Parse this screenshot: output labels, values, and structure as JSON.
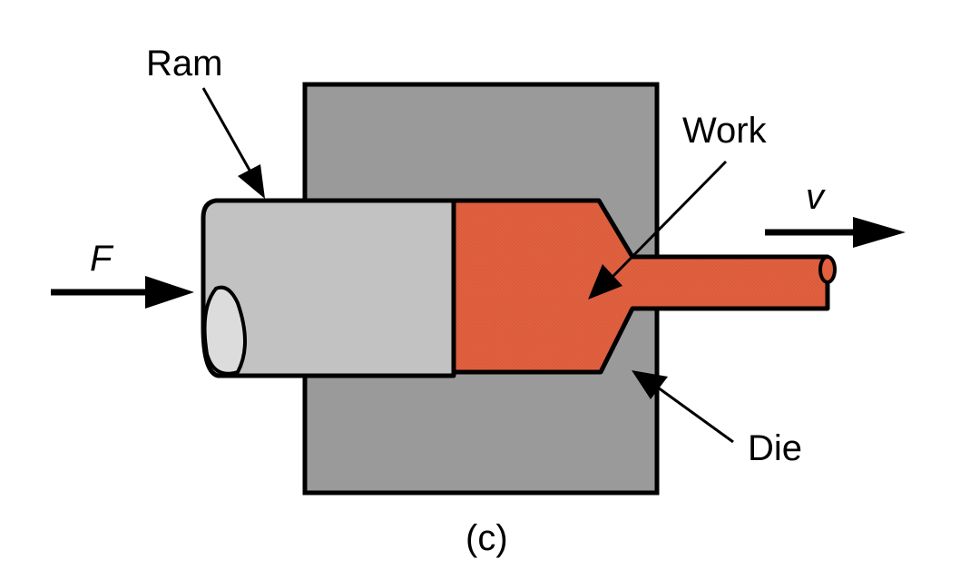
{
  "labels": {
    "ram": "Ram",
    "work": "Work",
    "die": "Die",
    "force": "F",
    "velocity": "v",
    "caption": "(c)"
  },
  "colors": {
    "die": "#9a9a9a",
    "ram": "#c2c2c2",
    "ram_end": "#dcdcdc",
    "work": "#e0603f",
    "outline": "#000000",
    "background": "#ffffff"
  }
}
